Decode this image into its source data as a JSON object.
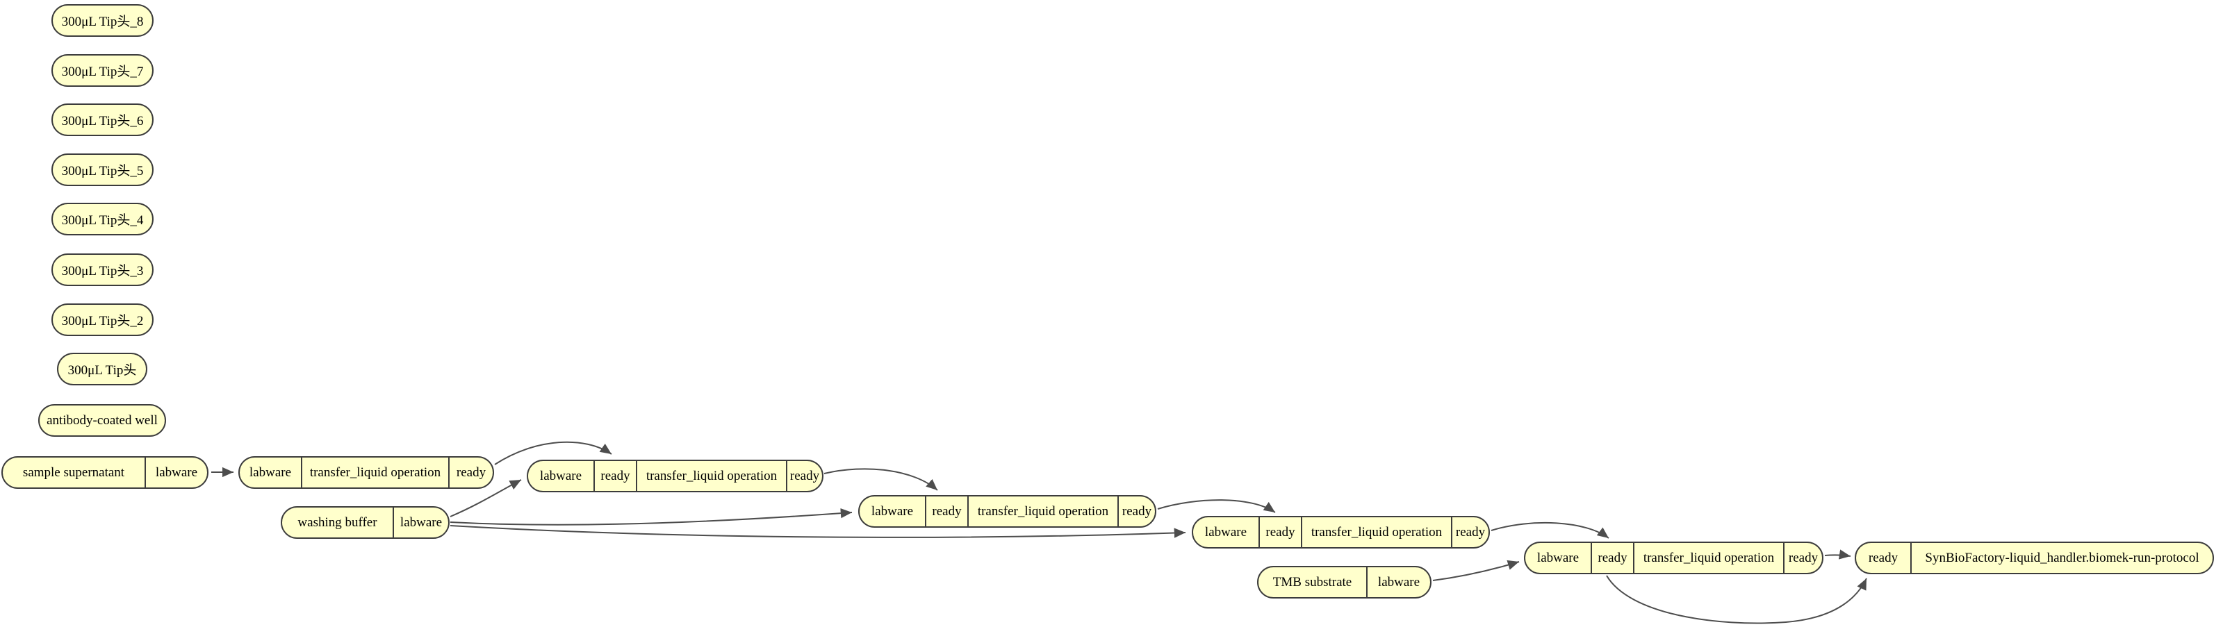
{
  "diagram": {
    "colors": {
      "background": "#ffffff",
      "node_fill": "#ffffcc",
      "node_border": "#3c3c3c",
      "edge": "#4d4d4d"
    },
    "nodes": [
      {
        "id": "tip8",
        "cells": [
          "300μL Tip头_8"
        ]
      },
      {
        "id": "tip7",
        "cells": [
          "300μL Tip头_7"
        ]
      },
      {
        "id": "tip6",
        "cells": [
          "300μL Tip头_6"
        ]
      },
      {
        "id": "tip5",
        "cells": [
          "300μL Tip头_5"
        ]
      },
      {
        "id": "tip4",
        "cells": [
          "300μL Tip头_4"
        ]
      },
      {
        "id": "tip3",
        "cells": [
          "300μL Tip头_3"
        ]
      },
      {
        "id": "tip2",
        "cells": [
          "300μL Tip头_2"
        ]
      },
      {
        "id": "tip1",
        "cells": [
          "300μL Tip头"
        ]
      },
      {
        "id": "antibody",
        "cells": [
          "antibody-coated well"
        ]
      },
      {
        "id": "sample",
        "cells": [
          "sample supernatant",
          "labware"
        ]
      },
      {
        "id": "op1",
        "cells": [
          "labware",
          "transfer_liquid operation",
          "ready"
        ]
      },
      {
        "id": "op2",
        "cells": [
          "labware",
          "ready",
          "transfer_liquid operation",
          "ready"
        ]
      },
      {
        "id": "wash",
        "cells": [
          "washing buffer",
          "labware"
        ]
      },
      {
        "id": "op3",
        "cells": [
          "labware",
          "ready",
          "transfer_liquid operation",
          "ready"
        ]
      },
      {
        "id": "op4",
        "cells": [
          "labware",
          "ready",
          "transfer_liquid operation",
          "ready"
        ]
      },
      {
        "id": "op5",
        "cells": [
          "labware",
          "ready",
          "transfer_liquid operation",
          "ready"
        ]
      },
      {
        "id": "tmb",
        "cells": [
          "TMB substrate",
          "labware"
        ]
      },
      {
        "id": "final",
        "cells": [
          "ready",
          "SynBioFactory-liquid_handler.biomek-run-protocol"
        ]
      }
    ],
    "edges": [
      {
        "from": "sample",
        "to": "op1"
      },
      {
        "from": "op1",
        "to": "op2"
      },
      {
        "from": "wash",
        "to": "op2"
      },
      {
        "from": "wash",
        "to": "op3"
      },
      {
        "from": "wash",
        "to": "op4"
      },
      {
        "from": "op2",
        "to": "op3"
      },
      {
        "from": "op3",
        "to": "op4"
      },
      {
        "from": "op4",
        "to": "op5"
      },
      {
        "from": "tmb",
        "to": "op5"
      },
      {
        "from": "op5",
        "to": "final"
      },
      {
        "from": "op5",
        "to": "final"
      }
    ]
  }
}
